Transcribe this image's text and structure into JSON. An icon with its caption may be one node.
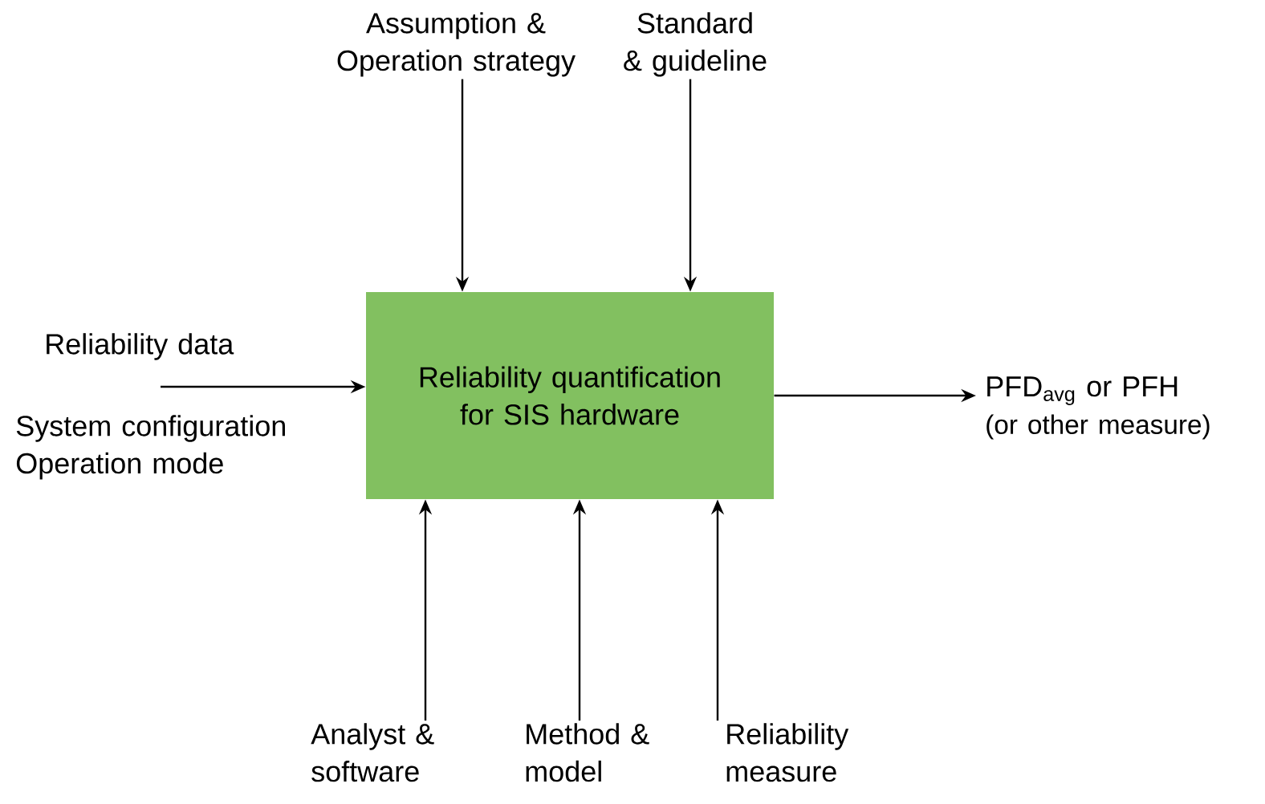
{
  "diagram": {
    "nodes": [
      {
        "text": [
          "Reliability quantification for SIS hardware"
        ]
      },
      {
        "text": [
          "Assumption & Operation strategy"
        ]
      },
      {
        "text": [
          "Standard & guideline"
        ]
      },
      {
        "text": [
          "Reliability data"
        ]
      },
      {
        "text": [
          "System configuration Operation mode"
        ]
      },
      {
        "text": [
          "PFD$_{avg}$ or PFH",
          "(or other measure)"
        ]
      },
      {
        "text": [
          "Analyst & software"
        ]
      },
      {
        "text": [
          "Method & model"
        ]
      },
      {
        "text": [
          "Reliability measure"
        ]
      }
    ],
    "edges": [
      {
        "from": 1,
        "to": 0,
        "arrow": "to"
      },
      {
        "from": 2,
        "to": 0,
        "arrow": "to"
      },
      {
        "from": 3,
        "to": 0,
        "arrow": "to"
      },
      {
        "from": 4,
        "to": 0,
        "arrow": "to"
      },
      {
        "from": 0,
        "to": 5,
        "arrow": "to"
      },
      {
        "from": 6,
        "to": 0,
        "arrow": "to"
      },
      {
        "from": 7,
        "to": 0,
        "arrow": "to"
      },
      {
        "from": 8,
        "to": 0,
        "arrow": "to"
      }
    ]
  }
}
